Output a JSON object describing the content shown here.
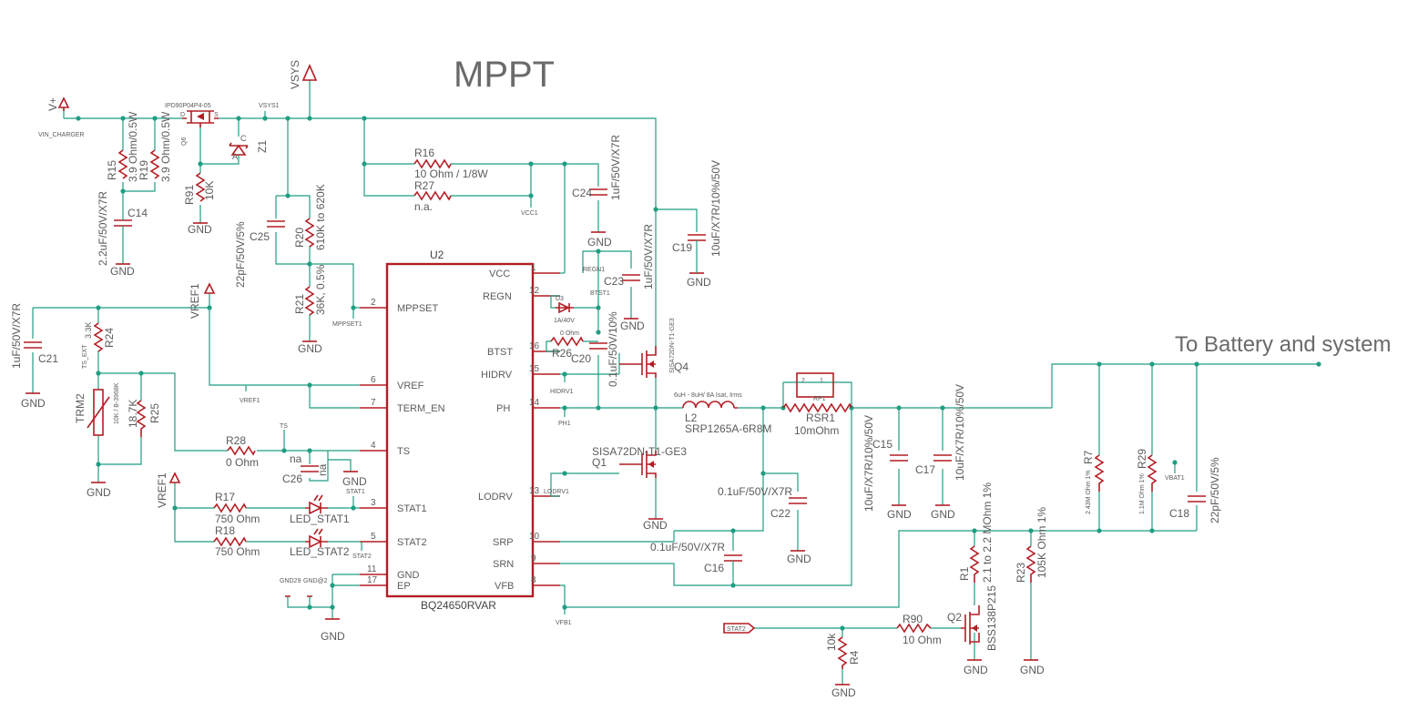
{
  "title": "MPPT",
  "output_label": "To Battery and system",
  "ic": {
    "ref": "U2",
    "part": "BQ24650RVAR",
    "pins_left": [
      {
        "num": "2",
        "name": "MPPSET"
      },
      {
        "num": "6",
        "name": "VREF"
      },
      {
        "num": "7",
        "name": "TERM_EN"
      },
      {
        "num": "4",
        "name": "TS"
      },
      {
        "num": "3",
        "name": "STAT1"
      },
      {
        "num": "5",
        "name": "STAT2"
      },
      {
        "num": "11",
        "name": "GND"
      },
      {
        "num": "17",
        "name": "EP"
      }
    ],
    "pins_right": [
      {
        "num": "1",
        "name": "VCC"
      },
      {
        "num": "12",
        "name": "REGN"
      },
      {
        "num": "16",
        "name": "BTST"
      },
      {
        "num": "15",
        "name": "HIDRV"
      },
      {
        "num": "14",
        "name": "PH"
      },
      {
        "num": "13",
        "name": "LODRV"
      },
      {
        "num": "10",
        "name": "SRP"
      },
      {
        "num": "9",
        "name": "SRN"
      },
      {
        "num": "8",
        "name": "VFB"
      }
    ]
  },
  "supplies": {
    "vplus": "V+",
    "vsys": "VSYS",
    "vref1a": "VREF1",
    "vref1b": "VREF1",
    "gnd": "GND"
  },
  "nets": {
    "vin_charger": "VIN_CHARGER",
    "vsys1": "VSYS1",
    "vcc1": "VCC1",
    "regn1": "REGN1",
    "btst1": "BTST1",
    "hidrv1": "HIDRV1",
    "ph1": "PH1",
    "lodrv1": "LODRV1",
    "mppset1": "MPPSET1",
    "vref1": "VREF1",
    "ts": "TS",
    "ts_ext": "TS_EXT",
    "stat1": "STAT1",
    "stat2": "STAT2",
    "stat2_port": "STAT2",
    "gnd29": "GND29",
    "gnd2": "GND@2",
    "vfb1": "VFB1",
    "vbat1": "VBAT1"
  },
  "components": {
    "q6": {
      "ref": "Q6",
      "value": "IPD90P04P4-05",
      "pin_d": "D",
      "pin_s": "S"
    },
    "z1": {
      "ref": "Z1",
      "pin_a": "A",
      "pin_c": "C"
    },
    "r15": {
      "ref": "R15",
      "value": "3.9 Ohm/0.5W"
    },
    "r19": {
      "ref": "R19",
      "value": "3.9 Ohm/0.5W"
    },
    "r91": {
      "ref": "R91",
      "value": "10K"
    },
    "c14": {
      "ref": "C14",
      "value": "2.2uF/50V/X7R"
    },
    "c25": {
      "ref": "C25",
      "value": "22pF/50V/5%"
    },
    "r20": {
      "ref": "R20",
      "value": "610K to 620K"
    },
    "r21": {
      "ref": "R21",
      "value": "36K, 0.5%"
    },
    "r16": {
      "ref": "R16",
      "value": "10 Ohm / 1/8W"
    },
    "r27": {
      "ref": "R27",
      "value": "n.a."
    },
    "c24": {
      "ref": "C24",
      "value": "1uF/50V/X7R"
    },
    "c19": {
      "ref": "C19",
      "value": "10uF/X7R/10%/50V"
    },
    "q4_val": {
      "value": "1uF/50V/X7R"
    },
    "c23": {
      "ref": "C23"
    },
    "d3": {
      "ref": "D3",
      "value": "1A/40V"
    },
    "r26": {
      "ref": "R26",
      "value": "0 Ohm"
    },
    "c20": {
      "ref": "C20",
      "value": "0.1uF/50V/10%"
    },
    "q4": {
      "ref": "Q4",
      "value": "SISA72DN-T1-GE3"
    },
    "q1": {
      "ref": "Q1",
      "value": "SISA72DN-T1-GE3"
    },
    "l2": {
      "ref": "L2",
      "value": "SRP1265A-6R8M",
      "desc": "6uH - 8uH/ 8A Isat, Irms"
    },
    "rsr1": {
      "ref": "RSR1",
      "value": "10mOhm",
      "p1": "1",
      "p2": "2",
      "tag": "RP1"
    },
    "c21": {
      "ref": "C21",
      "value": "1uF/50V/X7R"
    },
    "r24": {
      "ref": "R24",
      "value": "3.3K"
    },
    "trm2": {
      "ref": "TRM2",
      "value": "10K / B-3968K"
    },
    "r25": {
      "ref": "R25",
      "value": "18.7K"
    },
    "r28": {
      "ref": "R28",
      "value": "0 Ohm"
    },
    "c26": {
      "ref": "C26",
      "value": "na",
      "value2": "na"
    },
    "r17": {
      "ref": "R17",
      "value": "750 Ohm"
    },
    "r18": {
      "ref": "R18",
      "value": "750 Ohm"
    },
    "led1": {
      "ref": "LED_STAT1"
    },
    "led2": {
      "ref": "LED_STAT2"
    },
    "c22": {
      "ref": "C22",
      "value": "0.1uF/50V/X7R"
    },
    "c16": {
      "ref": "C16",
      "value": "0.1uF/50V/X7R"
    },
    "c15": {
      "ref": "C15",
      "value": "10uF/X7R/10%/50V"
    },
    "c17": {
      "ref": "C17",
      "value": "10uF/X7R/10%/50V"
    },
    "r1": {
      "ref": "R1",
      "value": "2.1 to 2.2 MOhm 1%"
    },
    "r23": {
      "ref": "R23",
      "value": "105K Ohm 1%"
    },
    "q2": {
      "ref": "Q2",
      "value": "BSS138P215"
    },
    "r90": {
      "ref": "R90",
      "value": "10 Ohm"
    },
    "r4": {
      "ref": "R4",
      "value": "10k"
    },
    "r7": {
      "ref": "R7",
      "value": "2.43M Ohm 1%"
    },
    "r29": {
      "ref": "R29",
      "value": "1.1M Ohm 1%"
    },
    "c18": {
      "ref": "C18",
      "value": "22pF/50V/5%"
    }
  }
}
